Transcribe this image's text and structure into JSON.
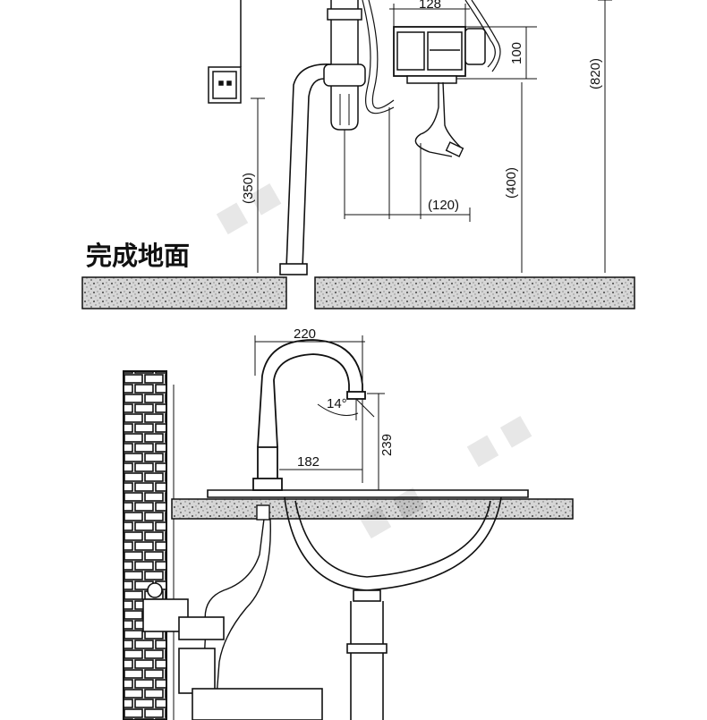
{
  "top_view": {
    "floor_label": "完成地面",
    "dims": {
      "box_width": "128",
      "box_height": "100",
      "total_height": "(820)",
      "box_bottom_height": "(400)",
      "drain_height": "(350)",
      "box_offset": "(120)"
    }
  },
  "side_view": {
    "dims": {
      "reach": "220",
      "spout_angle": "14°",
      "spout_height": "239",
      "sensor_reach": "182"
    }
  }
}
